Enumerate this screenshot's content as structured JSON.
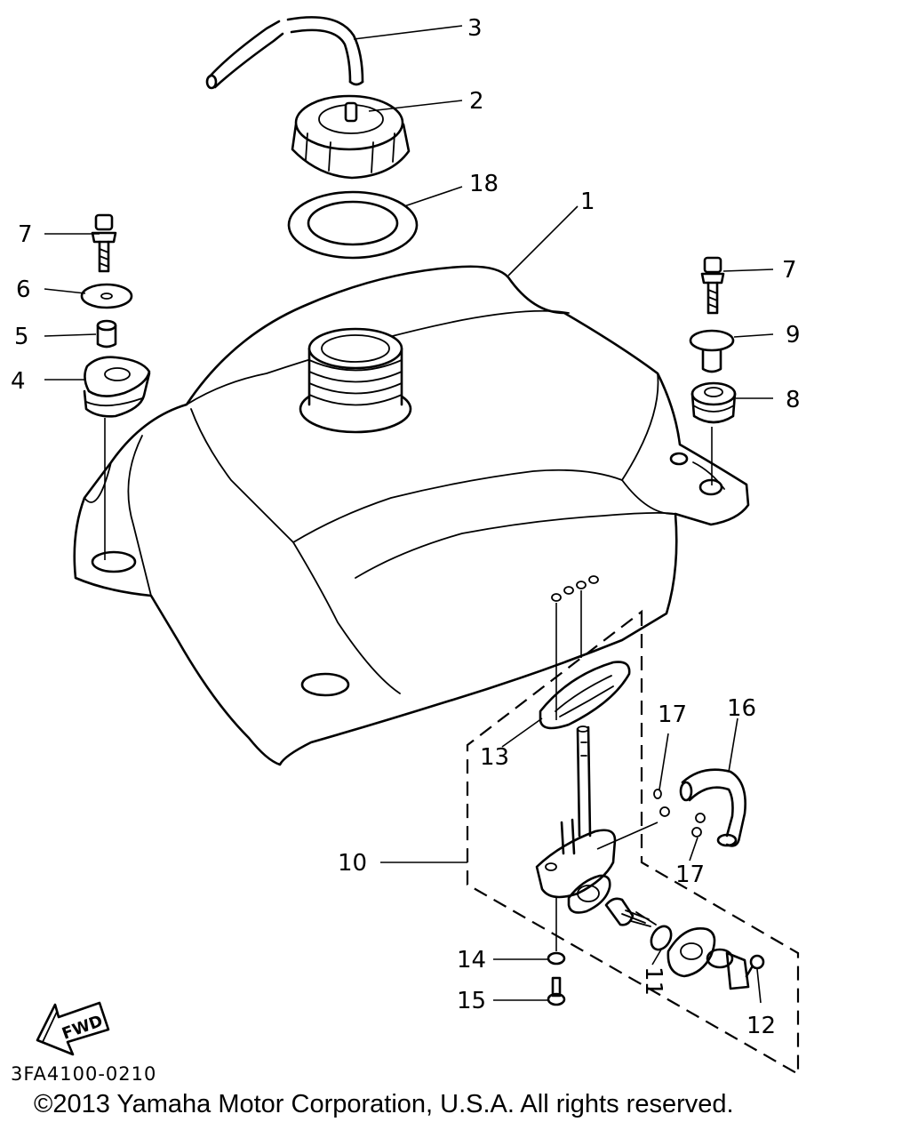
{
  "diagram": {
    "callouts": [
      {
        "id": "c1",
        "label": "1"
      },
      {
        "id": "c2",
        "label": "2"
      },
      {
        "id": "c3",
        "label": "3"
      },
      {
        "id": "c4",
        "label": "4"
      },
      {
        "id": "c5",
        "label": "5"
      },
      {
        "id": "c6",
        "label": "6"
      },
      {
        "id": "c7a",
        "label": "7"
      },
      {
        "id": "c7b",
        "label": "7"
      },
      {
        "id": "c8",
        "label": "8"
      },
      {
        "id": "c9",
        "label": "9"
      },
      {
        "id": "c10",
        "label": "10"
      },
      {
        "id": "c11",
        "label": "11"
      },
      {
        "id": "c12",
        "label": "12"
      },
      {
        "id": "c13",
        "label": "13"
      },
      {
        "id": "c14",
        "label": "14"
      },
      {
        "id": "c15",
        "label": "15"
      },
      {
        "id": "c16",
        "label": "16"
      },
      {
        "id": "c17a",
        "label": "17"
      },
      {
        "id": "c17b",
        "label": "17"
      },
      {
        "id": "c18",
        "label": "18"
      }
    ],
    "fwd_label": "FWD",
    "drawing_code": "3FA4100-0210"
  },
  "footer": {
    "copyright": "©2013 Yamaha Motor Corporation, U.S.A. All rights reserved."
  }
}
